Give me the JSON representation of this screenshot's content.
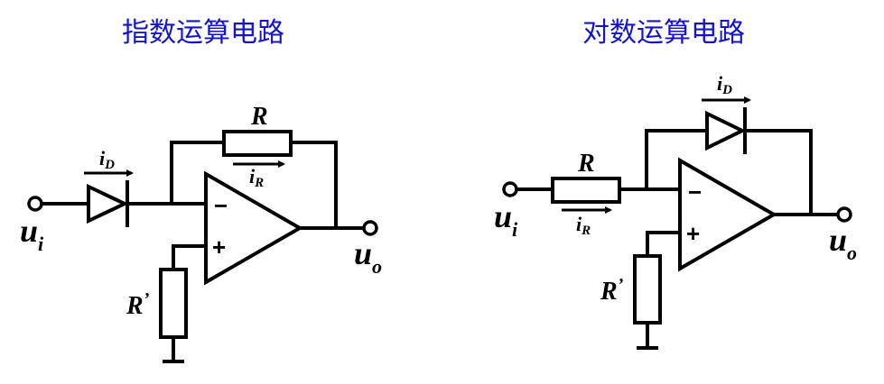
{
  "diagrams": [
    {
      "id": "exponential",
      "title": "指数运算电路",
      "labels": {
        "input_main": "u",
        "input_sub": "i",
        "output_main": "u",
        "output_sub": "o",
        "feedback_resistor": "R",
        "ground_resistor": "R",
        "ground_resistor_prime": "’",
        "diode_current_main": "i",
        "diode_current_sub": "D",
        "resistor_current_main": "i",
        "resistor_current_sub": "R",
        "inverting": "−",
        "noninverting": "+"
      },
      "components": [
        "input-terminal",
        "diode",
        "op-amp",
        "feedback-resistor",
        "ground-resistor",
        "ground",
        "output-terminal"
      ]
    },
    {
      "id": "logarithmic",
      "title": "对数运算电路",
      "labels": {
        "input_main": "u",
        "input_sub": "i",
        "output_main": "u",
        "output_sub": "o",
        "input_resistor": "R",
        "ground_resistor": "R",
        "ground_resistor_prime": "’",
        "diode_current_main": "i",
        "diode_current_sub": "D",
        "resistor_current_main": "i",
        "resistor_current_sub": "R",
        "inverting": "−",
        "noninverting": "+"
      },
      "components": [
        "input-terminal",
        "input-resistor",
        "op-amp",
        "feedback-diode",
        "ground-resistor",
        "ground",
        "output-terminal"
      ]
    }
  ],
  "colors": {
    "title": "#1515c8",
    "lines": "#000000",
    "background": "#ffffff"
  }
}
